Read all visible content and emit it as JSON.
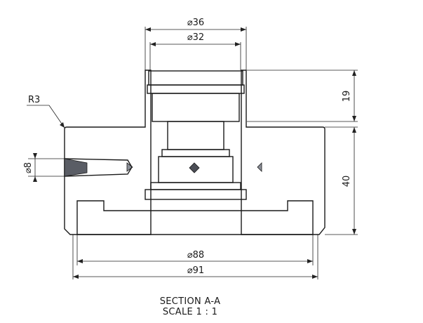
{
  "dimensions": {
    "d36": "⌀36",
    "d32": "⌀32",
    "h19": "19",
    "h40": "40",
    "r3": "R3",
    "d8": "⌀8",
    "d88": "⌀88",
    "d91": "⌀91"
  },
  "caption": {
    "line1": "SECTION A-A",
    "line2": "SCALE 1 : 1"
  },
  "colors": {
    "section_fill": "#5f6168",
    "hatch": "#3d3f45",
    "metal_light": "#c9ccd3",
    "metal_dark": "#4a4d55"
  }
}
